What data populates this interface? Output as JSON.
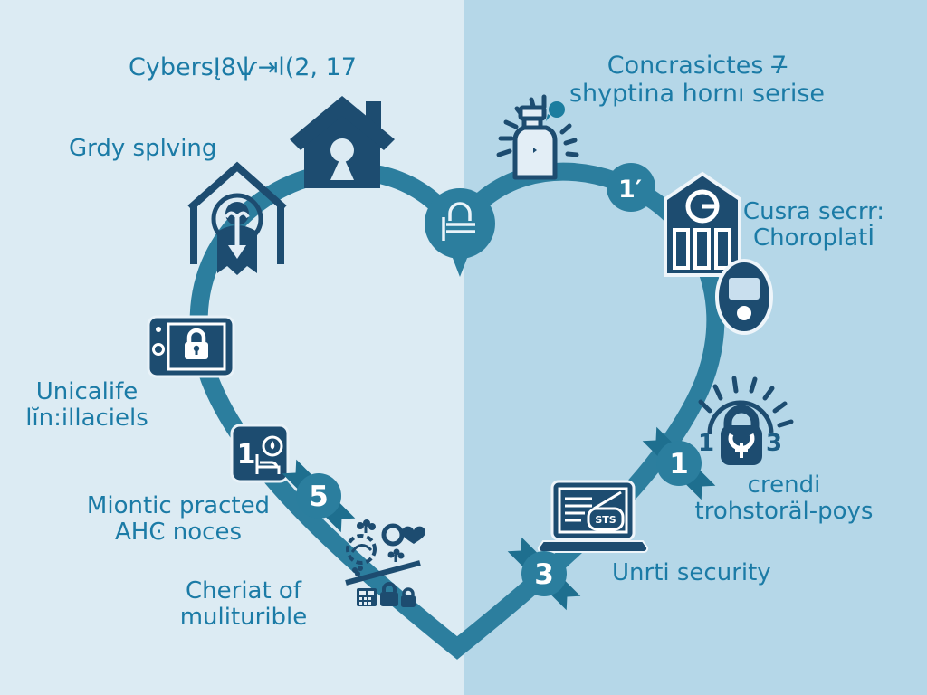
{
  "palette": {
    "background_left": "#dcebf3",
    "background_right": "#b5d7e8",
    "path_teal": "#2c7e9e",
    "ribbon_dark_teal": "#1e6f8f",
    "icon_navy": "#1d4c70",
    "icon_light_fill": "#e3eef6",
    "text_teal": "#1b7ba6",
    "badge_text": "#ffffff"
  },
  "header": {
    "title_left": "CybersĮ8ѱ⇥l(2, 17",
    "title_right_line1": "Concrasictes 7̶",
    "title_right_line2": "shyptina hornı serise"
  },
  "labels": {
    "grdy": "Grdy splving",
    "cusra_line1": "Cusra secrr:",
    "cusra_line2": "Choroplatİ",
    "unicalife_line1": "Unicalife",
    "unicalife_line2": "lĭn:illaciels",
    "miontic_line1": "Miontic practed",
    "miontic_line2": "AHϾ noces",
    "cheriat_line1": "Cheriat of",
    "cheriat_line2": "muliturible",
    "unrti": "Unrti security",
    "crendi_line1": "crendi",
    "crendi_line2": "trohstoräl-poys"
  },
  "badges": {
    "ribbon_left": "5",
    "ribbon_bottom": "3",
    "ribbon_right": "1",
    "circle_top_right": "1′",
    "lock_left_number": "1",
    "lock_right_number": "3",
    "bed_number": "1",
    "laptop_tag": "STS"
  },
  "icons": [
    "house-keyhole-icon",
    "person-under-roof-icon",
    "tablet-lock-icon",
    "bed-number-icon",
    "doodle-cluster",
    "center-bed-circle-icon",
    "alert-bottle-icon",
    "bank-building-icon",
    "masked-head-icon",
    "lock-person-icon",
    "laptop-document-icon",
    "heart-path"
  ]
}
